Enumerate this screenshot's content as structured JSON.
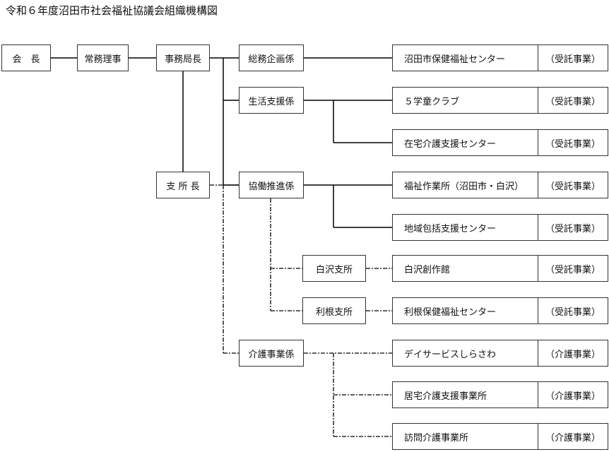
{
  "title": "令和６年度沼田市社会福祉協議会組織機構図",
  "nodes": {
    "kaichou": "会　長",
    "jomu": "常務理事",
    "jimukyokucho": "事務局長",
    "shishocho": "支 所 長",
    "somu": "総務企画係",
    "seikatsu": "生活支援係",
    "kyodo": "協働推進係",
    "kaigo": "介護事業係",
    "shirasawa_shisho": "白沢支所",
    "tone_shisho": "利根支所"
  },
  "services": [
    {
      "name": "沼田市保健福祉センター",
      "type": "（受託事業）"
    },
    {
      "name": "５学童クラブ",
      "type": "（受託事業）"
    },
    {
      "name": "在宅介護支援センター",
      "type": "（受託事業）"
    },
    {
      "name": "福祉作業所（沼田市・白沢）",
      "type": "（受託事業）"
    },
    {
      "name": "地域包括支援センター",
      "type": "（受託事業）"
    },
    {
      "name": "白沢創作館",
      "type": "（受託事業）"
    },
    {
      "name": "利根保健福祉センター",
      "type": "（受託事業）"
    },
    {
      "name": "デイサービスしらさわ",
      "type": "（介護事業）"
    },
    {
      "name": "居宅介護支援事業所",
      "type": "（介護事業）"
    },
    {
      "name": "訪問介護事業所",
      "type": "（介護事業）"
    }
  ]
}
